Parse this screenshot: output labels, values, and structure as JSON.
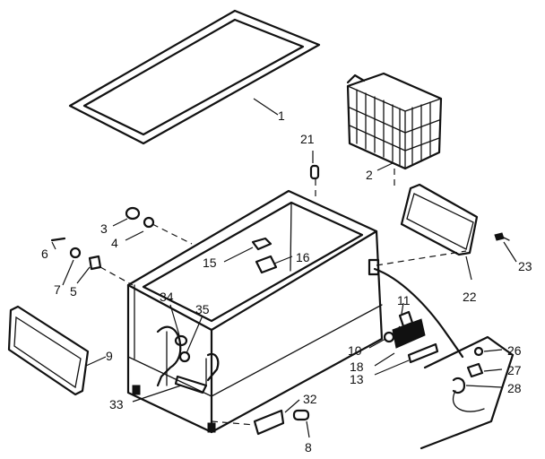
{
  "callouts": {
    "c1": "1",
    "c2": "2",
    "c3": "3",
    "c4": "4",
    "c5": "5",
    "c6": "6",
    "c7": "7",
    "c8": "8",
    "c9": "9",
    "c10": "10",
    "c11": "11",
    "c13": "13",
    "c15": "15",
    "c16": "16",
    "c18": "18",
    "c21": "21",
    "c22": "22",
    "c23": "23",
    "c26": "26",
    "c27": "27",
    "c28": "28",
    "c32": "32",
    "c33": "33",
    "c34": "34",
    "c35": "35"
  }
}
